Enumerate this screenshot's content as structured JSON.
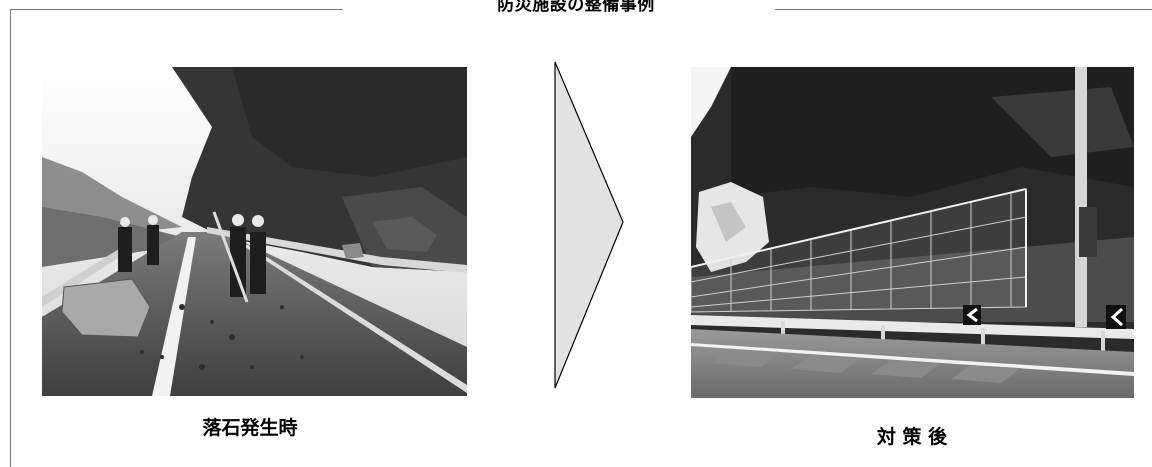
{
  "header": {
    "title": "防災施設の整備事例"
  },
  "before": {
    "caption": "落石発生時",
    "image": "rockfall-scene-photo"
  },
  "after": {
    "caption": "対 策 後",
    "image": "rockfall-protection-fence-photo"
  },
  "arrow": {
    "icon": "right-arrow-icon",
    "fill": "#e2e2e2",
    "stroke": "#000000"
  },
  "frame": {
    "color": "#7a7a7a"
  }
}
